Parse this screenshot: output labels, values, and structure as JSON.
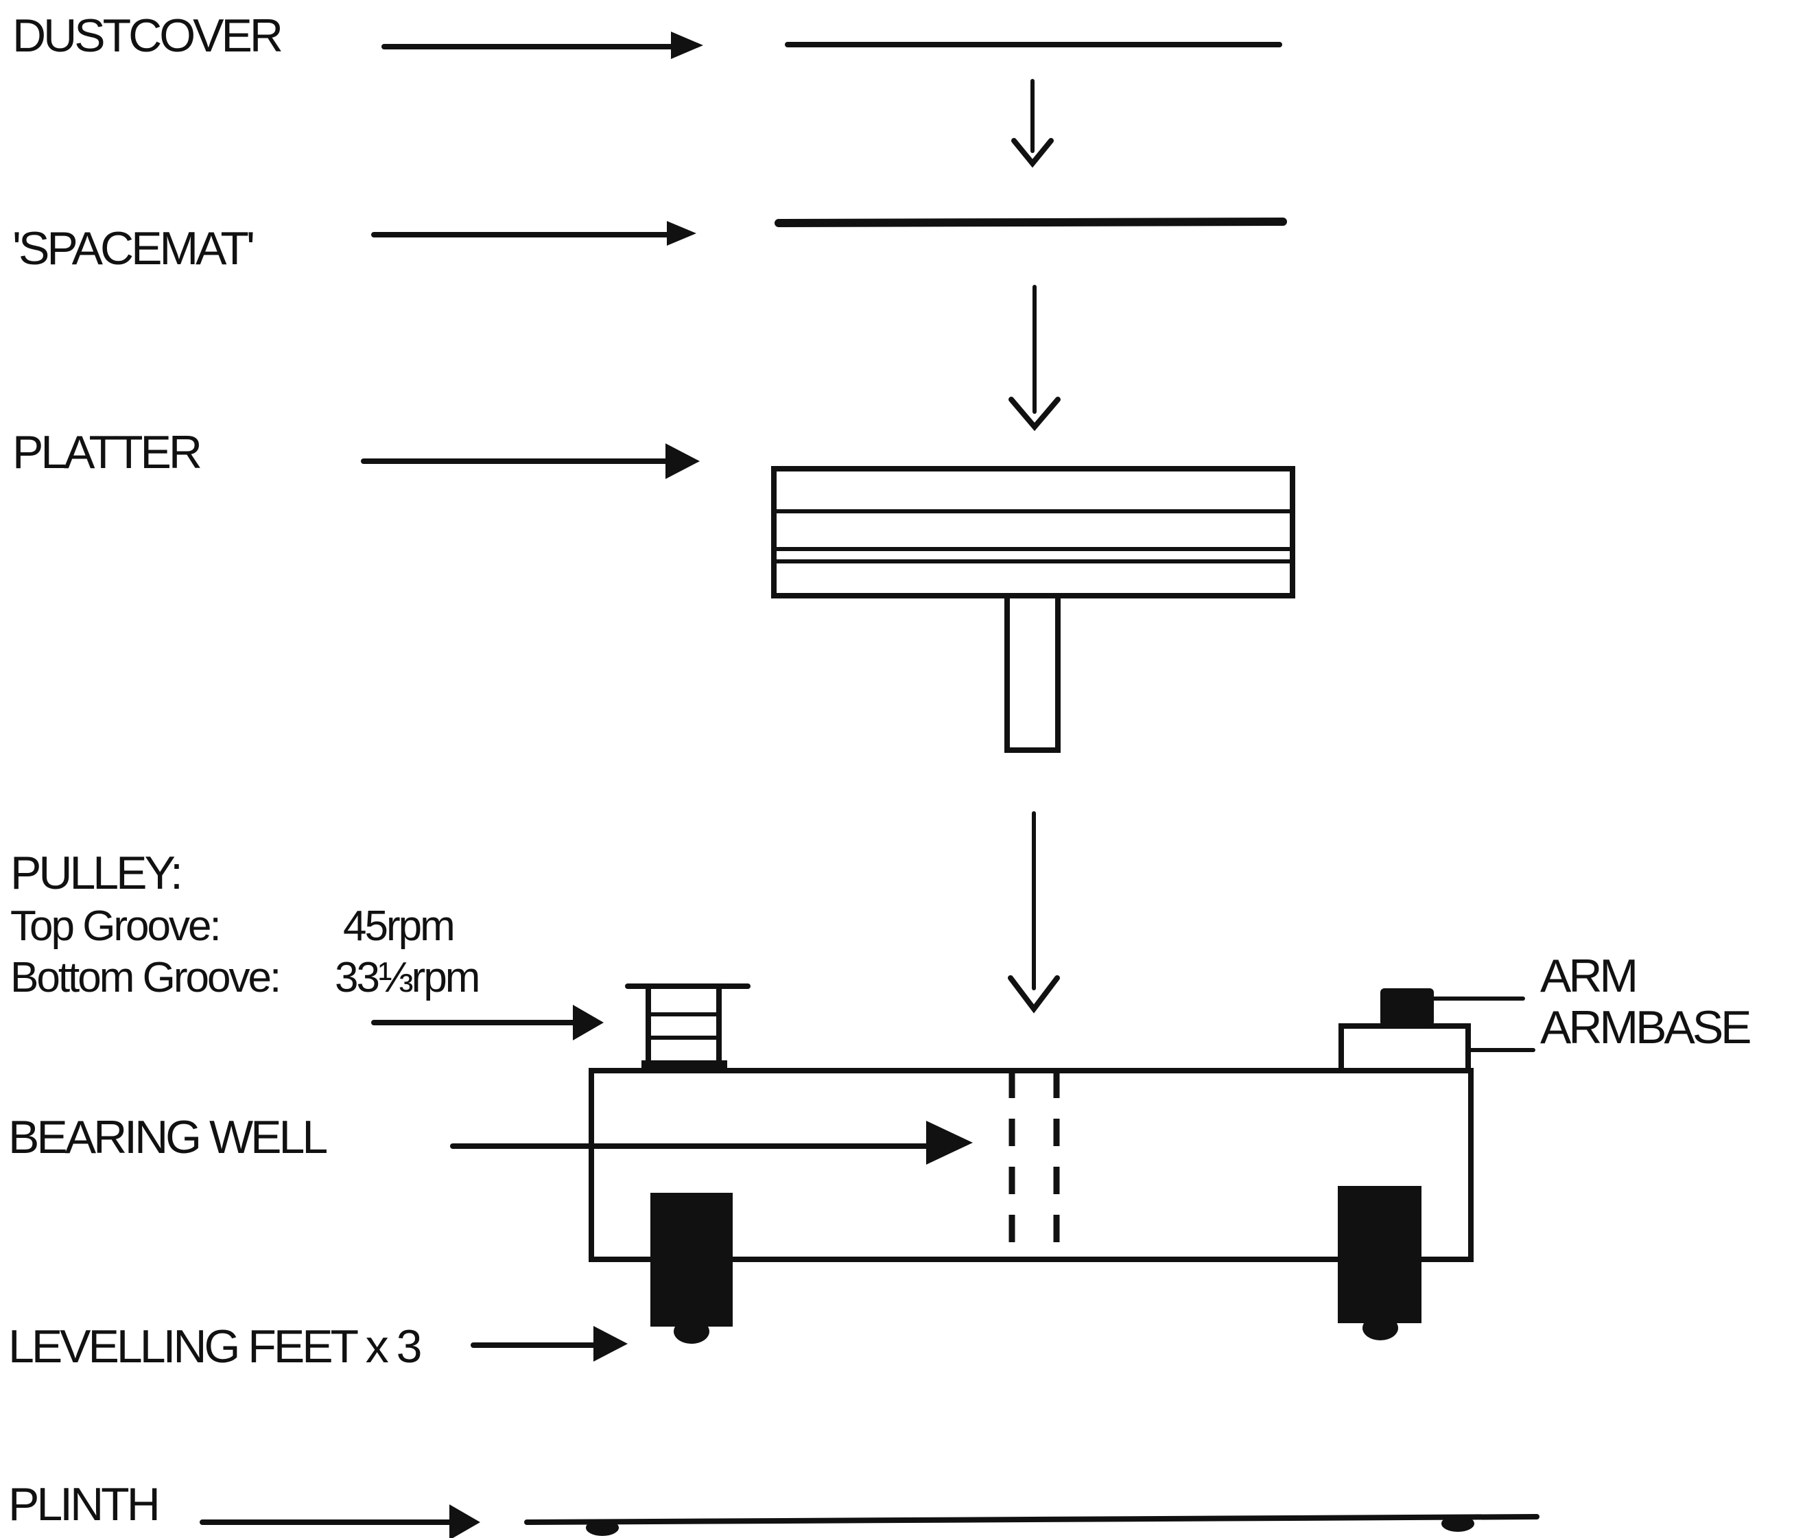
{
  "labels": {
    "dustcover": "DUSTCOVER",
    "spacemat": "'SPACEMAT'",
    "platter": "PLATTER",
    "pulley": "PULLEY:",
    "top_groove": "Top Groove:",
    "top_groove_speed": "45rpm",
    "bottom_groove": "Bottom Groove:",
    "bottom_groove_speed": "33⅓rpm",
    "bearing_well": "BEARING WELL",
    "levelling_feet": "LEVELLING FEET x 3",
    "plinth": "PLINTH",
    "arm": "ARM",
    "armbase": "ARMBASE"
  },
  "colors": {
    "ink": "#111111",
    "background": "#ffffff"
  }
}
